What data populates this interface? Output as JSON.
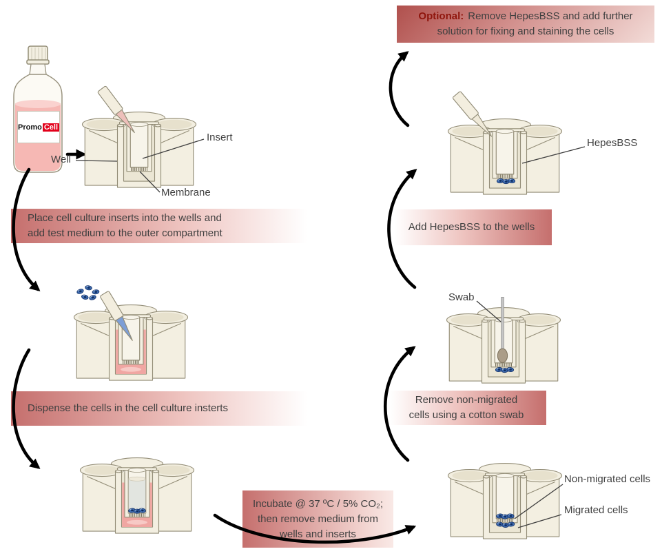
{
  "colors": {
    "accent_red": "#8f150c",
    "banner_dark": "#c56f6d",
    "banner_mid": "#eec3bf",
    "optional_dark": "#b0504d",
    "optional_light": "#f3dcd8",
    "cell_blue": "#3f6cb0",
    "medium_pink": "#f0a6a2",
    "promocell_red": "#e2001a",
    "text": "#3f3f3f"
  },
  "bottle": {
    "brand_black": "Promo",
    "brand_red": "Cell"
  },
  "labels": {
    "well": "Well",
    "insert": "Insert",
    "membrane": "Membrane",
    "swab": "Swab",
    "hepesbss": "HepesBSS",
    "non_migrated": "Non-migrated cells",
    "migrated": "Migrated cells"
  },
  "banners": {
    "optional": {
      "prefix": "Optional:",
      "line1": "Remove HepesBSS and add further",
      "line2": "solution for fixing and staining the cells"
    },
    "place": {
      "line1": "Place cell culture inserts into the wells and",
      "line2": "add test medium to the outer compartment"
    },
    "dispense": {
      "line1": "Dispense the cells in the cell culture insterts"
    },
    "incubate": {
      "line1": "Incubate @ 37 ºC / 5% CO₂;",
      "line2": "then remove medium from",
      "line3": "wells and inserts"
    },
    "remove": {
      "line1": "Remove non-migrated",
      "line2": "cells using a cotton swab"
    },
    "add_hepes": {
      "line1": "Add HepesBSS to the wells"
    }
  }
}
